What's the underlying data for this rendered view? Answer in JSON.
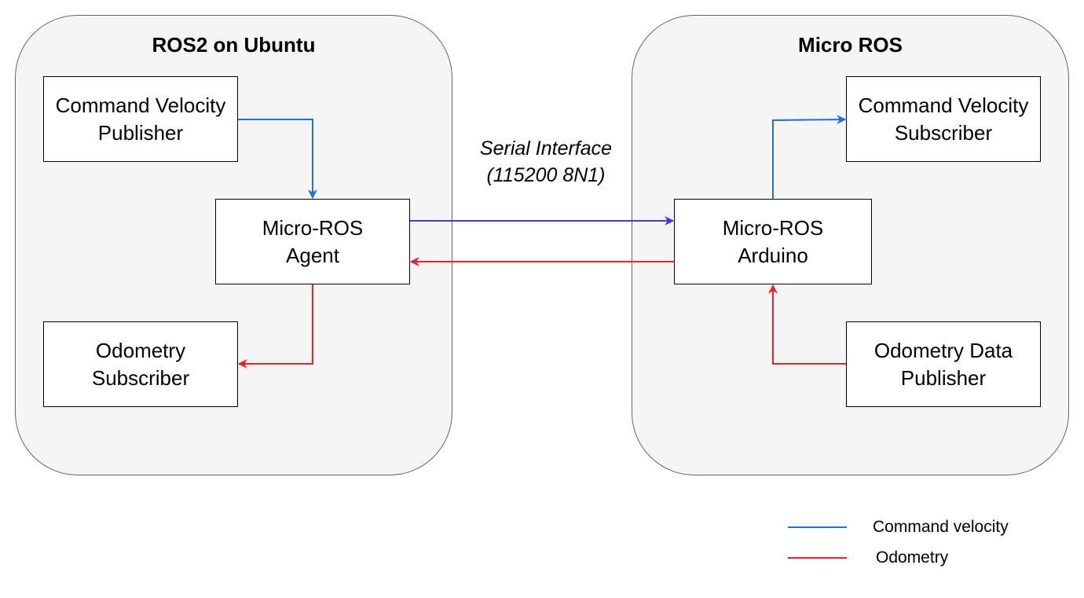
{
  "containers": {
    "ros2": {
      "title": "ROS2 on Ubuntu"
    },
    "micro": {
      "title": "Micro ROS"
    }
  },
  "nodes": {
    "cmd_vel_pub": "Command Velocity\nPublisher",
    "agent": "Micro-ROS\nAgent",
    "odom_sub": "Odometry\nSubscriber",
    "cmd_vel_sub": "Command Velocity\nSubscriber",
    "arduino": "Micro-ROS\nArduino",
    "odom_pub": "Odometry Data\nPublisher"
  },
  "edges": {
    "serial_label": "Serial Interface\n(115200 8N1)"
  },
  "legend": {
    "items": [
      {
        "label": "Command velocity",
        "color": "#1f6fe0"
      },
      {
        "label": "Odometry",
        "color": "#e8222a"
      }
    ]
  },
  "colors": {
    "command_velocity": "#1f6fe0",
    "odometry": "#e8222a",
    "serial_link": "#3d3bd6"
  }
}
